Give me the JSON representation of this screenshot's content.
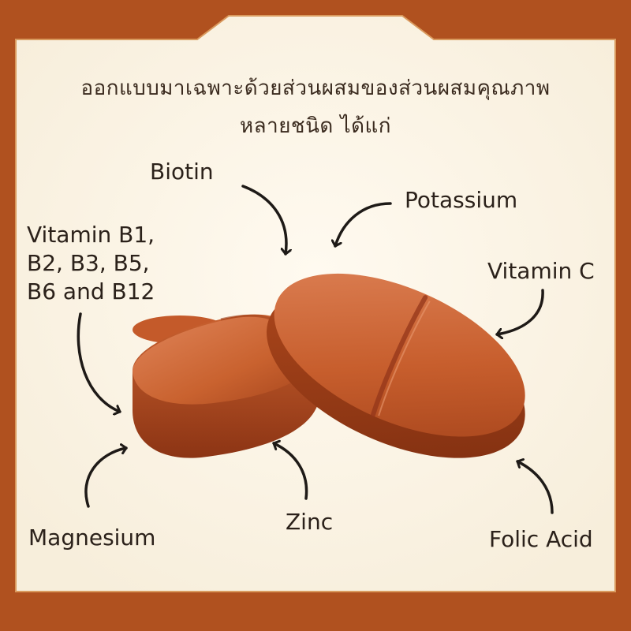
{
  "headline": {
    "line1": "ออกแบบมาเฉพาะด้วยส่วนผสมของส่วนผสมคุณภาพ",
    "line2": "หลายชนิด ได้แก่"
  },
  "ingredients": {
    "biotin": "Biotin",
    "potassium": "Potassium",
    "vitamin_b_line1": "Vitamin B1,",
    "vitamin_b_line2": "B2, B3, B5,",
    "vitamin_b_line3": "B6 and B12",
    "vitamin_c": "Vitamin C",
    "magnesium": "Magnesium",
    "zinc": "Zinc",
    "folic_acid": "Folic Acid"
  },
  "colors": {
    "frame": "#b55522",
    "panel": "#fbf4e6",
    "tablet": "#c2562a",
    "text": "#2b211a"
  }
}
